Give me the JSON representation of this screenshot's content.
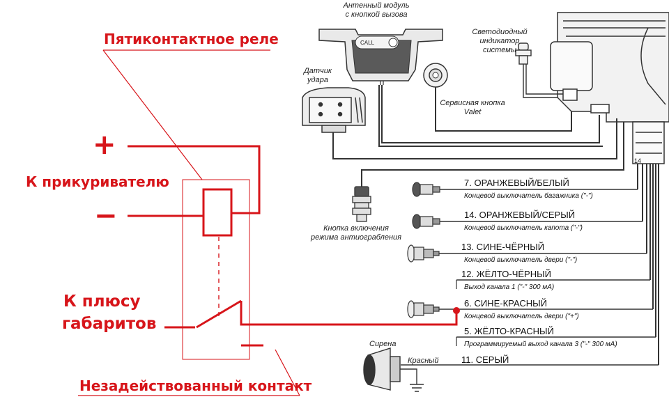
{
  "relay": {
    "title": "Пятиконтактное реле",
    "lighter_label": "К прикуривателю",
    "plus": "+",
    "minus": "−",
    "clearance_label_line1": "К плюсу",
    "clearance_label_line2": "габаритов",
    "unused_contact": "Незадействованный контакт"
  },
  "components": {
    "antenna_module": {
      "line1": "Антенный модуль",
      "line2": "с кнопкой вызова",
      "button_text": "CALL"
    },
    "led_indicator": {
      "line1": "Светодиодный",
      "line2": "индикатор",
      "line3": "системы"
    },
    "shock_sensor": {
      "line1": "Датчик",
      "line2": "удара"
    },
    "valet_button": {
      "line1": "Сервисная кнопка",
      "line2": "Valet"
    },
    "antihijack_button": {
      "line1": "Кнопка включения",
      "line2": "режима антиограбления"
    },
    "siren": {
      "title": "Сирена",
      "wire": "Красный"
    },
    "connector_pin": "14"
  },
  "wires": [
    {
      "name": "7. ОРАНЖЕВЫЙ/БЕЛЫЙ",
      "desc": "Концевой выключатель багажника (\"-\")"
    },
    {
      "name": "14. ОРАНЖЕВЫЙ/СЕРЫЙ",
      "desc": "Концевой выключатель капота (\"-\")"
    },
    {
      "name": "13. СИНЕ-ЧЁРНЫЙ",
      "desc": "Концевой выключатель двери (\"-\")"
    },
    {
      "name": "12. ЖЁЛТО-ЧЁРНЫЙ",
      "desc": "Выход канала 1 (\"-\" 300 мА)"
    },
    {
      "name": "6. СИНЕ-КРАСНЫЙ",
      "desc": "Концевой выключатель двери (\"+\")"
    },
    {
      "name": "5. ЖЁЛТО-КРАСНЫЙ",
      "desc": "Программируемый выход канала 3 (\"-\" 300 мА)"
    },
    {
      "name": "11. СЕРЫЙ",
      "desc": ""
    }
  ],
  "colors": {
    "accent_red": "#d7151a",
    "line": "#333333"
  }
}
